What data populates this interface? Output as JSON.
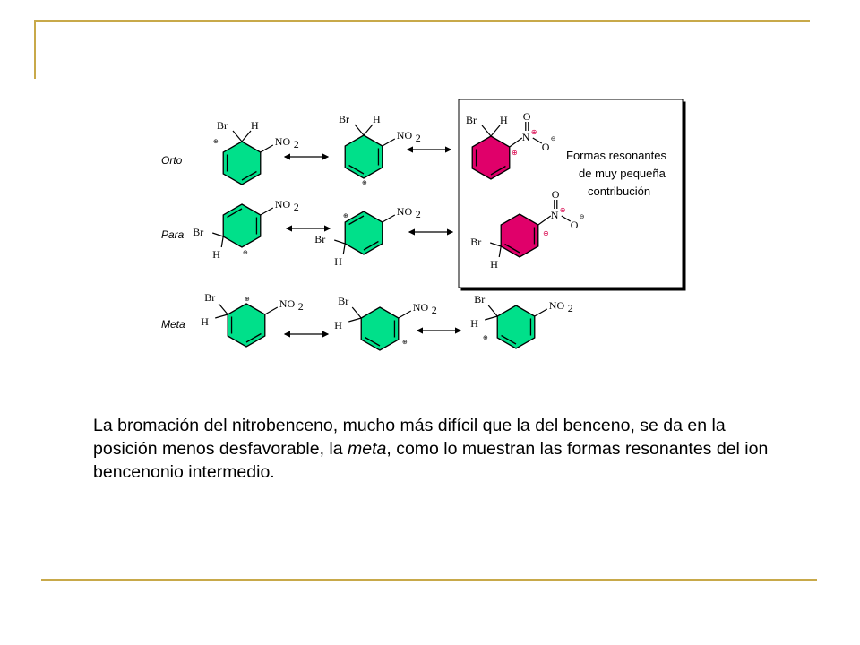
{
  "slide": {
    "accent_color": "#c8a94a",
    "diagram": {
      "rows": [
        {
          "label": "Orto"
        },
        {
          "label": "Para"
        },
        {
          "label": "Meta"
        }
      ],
      "atoms": {
        "br": "Br",
        "h": "H",
        "no2_n": "NO",
        "no2_sub": "2",
        "n": "N",
        "o": "O"
      },
      "charge_symbols": {
        "plus": "⊕",
        "minus": "⊖"
      },
      "box_text": [
        "Formas resonantes",
        "de muy pequeña",
        "contribución"
      ],
      "colors": {
        "ring_green": "#00e08a",
        "ring_magenta": "#e0006a"
      }
    },
    "caption": {
      "part1": "La bromación del nitrobenceno, mucho más difícil que la del benceno, se da en la posición menos desfavorable, la ",
      "emphasis": "meta",
      "part2": ", como lo muestran las formas resonantes del ion bencenonio intermedio."
    }
  }
}
